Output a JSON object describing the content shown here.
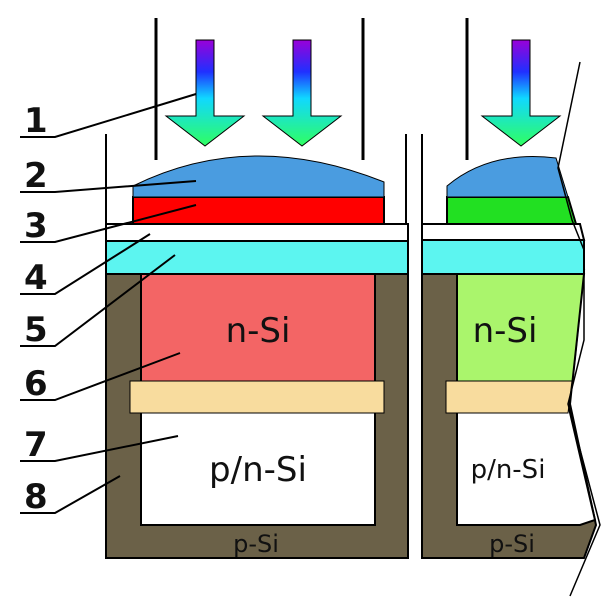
{
  "callouts": [
    "1",
    "2",
    "3",
    "4",
    "5",
    "6",
    "7",
    "8"
  ],
  "left_pixel": {
    "n_region": "n-Si",
    "pn_region": "p/n-Si",
    "substrate": "p-Si"
  },
  "right_pixel": {
    "n_region": "n-Si",
    "pn_region": "p/n-Si",
    "substrate": "p-Si"
  },
  "colors": {
    "substrate": "#6b6148",
    "oxide": "#5cf5f0",
    "lens": "#4a9ce0",
    "filter_red": "#ff0000",
    "filter_green": "#22e022",
    "n_si_red": "#f36565",
    "n_si_green": "#aaf56c",
    "junction": "#f8dc9e",
    "pn_si": "#ffffff"
  }
}
